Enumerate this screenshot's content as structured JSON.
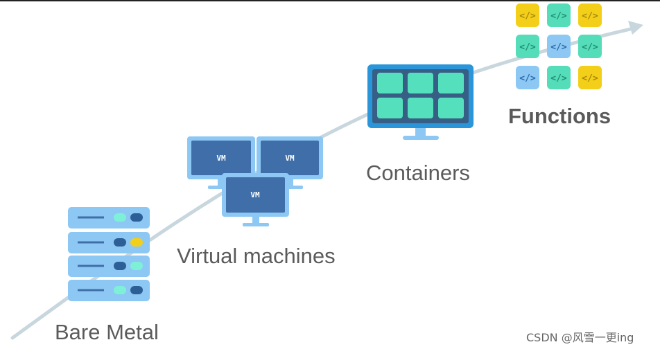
{
  "stages": {
    "bare_metal": "Bare Metal",
    "virtual_machines": "Virtual machines",
    "containers": "Containers",
    "functions": "Functions"
  },
  "vm_label": "VM",
  "function_glyph": "</>",
  "watermark": "CSDN @风雪一更ing",
  "colors": {
    "trend_line": "#c8d6de",
    "server_body": "#8cc8f3",
    "vm_screen": "#3f6ea8",
    "vm_frame": "#8cc8f3",
    "container_frame": "#2a95d8",
    "container_screen": "#375f86",
    "container_cell": "#55e0bd",
    "func_yellow": "#f3cf1a",
    "func_teal": "#55dcb9",
    "func_blue": "#8cc8f3"
  },
  "function_grid": [
    [
      "yellow",
      "teal",
      "yellow"
    ],
    [
      "teal",
      "blue",
      "teal"
    ],
    [
      "blue",
      "teal",
      "yellow"
    ]
  ]
}
